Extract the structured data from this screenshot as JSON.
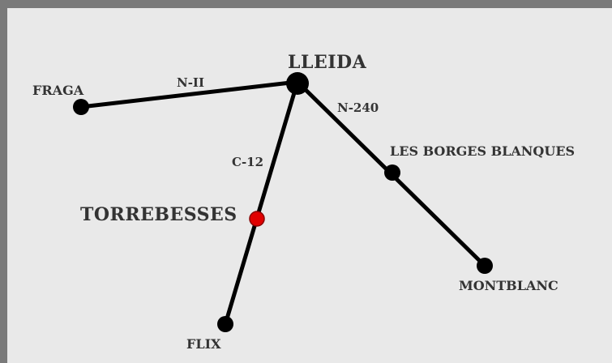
{
  "map": {
    "towns": {
      "lleida": "LLEIDA",
      "fraga": "FRAGA",
      "torrebesses": "TORREBESSES",
      "flix": "FLIX",
      "les_borges_blanques": "LES BORGES BLANQUES",
      "montblanc": "MONTBLANC"
    },
    "roads": {
      "n_ii": "N-II",
      "c_12": "C-12",
      "n_240": "N-240"
    },
    "colors": {
      "frame": "#7a7a7a",
      "background": "#e9e9e9",
      "road": "#000000",
      "highlight_town": "#e00000",
      "label": "#333333"
    },
    "highlighted_town": "torrebesses"
  }
}
